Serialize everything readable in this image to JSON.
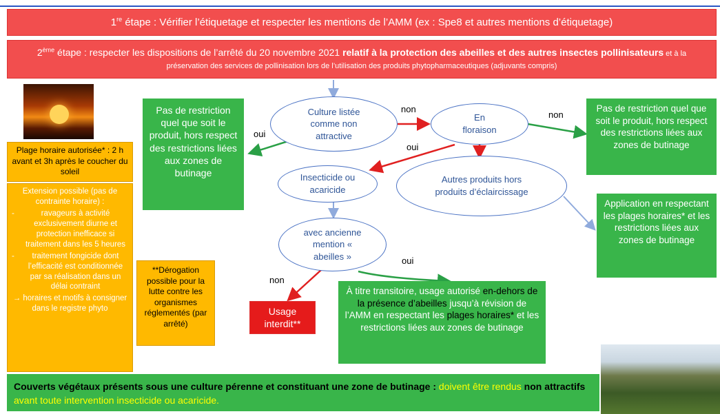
{
  "step1": {
    "prefix": "1",
    "sup": "re",
    "text": " étape : Vérifier l’étiquetage et respecter les mentions de l’AMM (ex : Spe8 et autres mentions d’étiquetage)"
  },
  "step2": {
    "prefix": "2",
    "sup": "ème",
    "text_a": " étape : respecter les dispositions de l’arrêté du 20 novembre 2021 ",
    "text_b": "relatif à la protection des abeilles et des autres insectes pollinisateurs",
    "text_c": " et à la préservation des services de pollinisation lors de l’utilisation des produits phytopharmaceutiques (adjuvants compris)"
  },
  "nodes": {
    "culture": "Culture listée comme non attractive",
    "floraison": "En floraison",
    "insecticide": "Insecticide ou acaricide",
    "autres": "Autres produits hors produits d’éclaircissage",
    "mention": "avec ancienne mention « abeilles »"
  },
  "edges": {
    "non1": "non",
    "non2": "non",
    "oui1": "oui",
    "oui2": "oui",
    "oui3": "oui",
    "non3": "non"
  },
  "boxes": {
    "no_restrict_left": "Pas de restriction quel que soit le produit, hors respect des restrictions liées aux zones de butinage",
    "no_restrict_right": "Pas de restriction quel que soit le produit, hors respect des restrictions liées aux zones de butinage",
    "application": "Application en respectant les plages horaires* et les restrictions liées aux zones de butinage",
    "interdit": "Usage interdit**",
    "transitoire": {
      "a": "À titre transitoire, usage autorisé ",
      "b": "en-dehors de la présence d’abeilles",
      "c": " jusqu’à révision de l’AMM en respectant les ",
      "d": "plages horaires*",
      "e": " et les restrictions liées aux zones de butinage"
    },
    "plage": "Plage horaire autorisée* : 2 h avant et 3h après le coucher du soleil",
    "extension_title": "Extension possible (pas de contrainte horaire) :",
    "extension_items": [
      "ravageurs à activité exclusivement diurne et protection inefficace si traitement dans les 5 heures",
      "traitement fongicide dont l’efficacité est conditionnée par sa réalisation dans un délai contraint"
    ],
    "extension_note": "→ horaires et motifs à consigner dans le registre phyto",
    "derogation": "**Dérogation possible pour la lutte contre les organismes réglementés (par arrêté)"
  },
  "footer": {
    "a": "Couverts végétaux présents sous une culture pérenne et constituant une zone de butinage : ",
    "b": "doivent être rendus ",
    "c": "non attractifs",
    "d": " avant toute intervention insecticide ou acaricide."
  }
}
